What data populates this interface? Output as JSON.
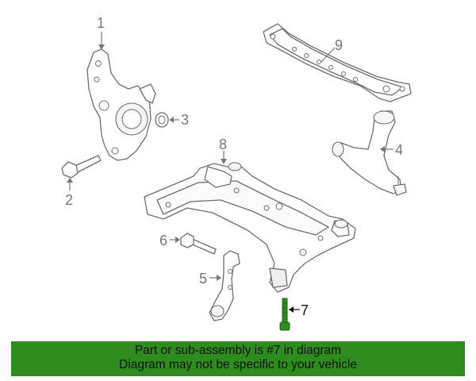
{
  "callouts": {
    "c1": "1",
    "c2": "2",
    "c3": "3",
    "c4": "4",
    "c5": "5",
    "c6": "6",
    "c7": "7",
    "c8": "8",
    "c9": "9"
  },
  "highlight_part": "7",
  "colors": {
    "banner_bg": "#2e8b1e",
    "highlight_part": "#2e8b1e",
    "line_art": "#6d6d6d",
    "callout_text": "#777777"
  },
  "banner": {
    "line1": "Part or sub-assembly is #7 in diagram",
    "line2": "Diagram may not be specific to your vehicle"
  }
}
